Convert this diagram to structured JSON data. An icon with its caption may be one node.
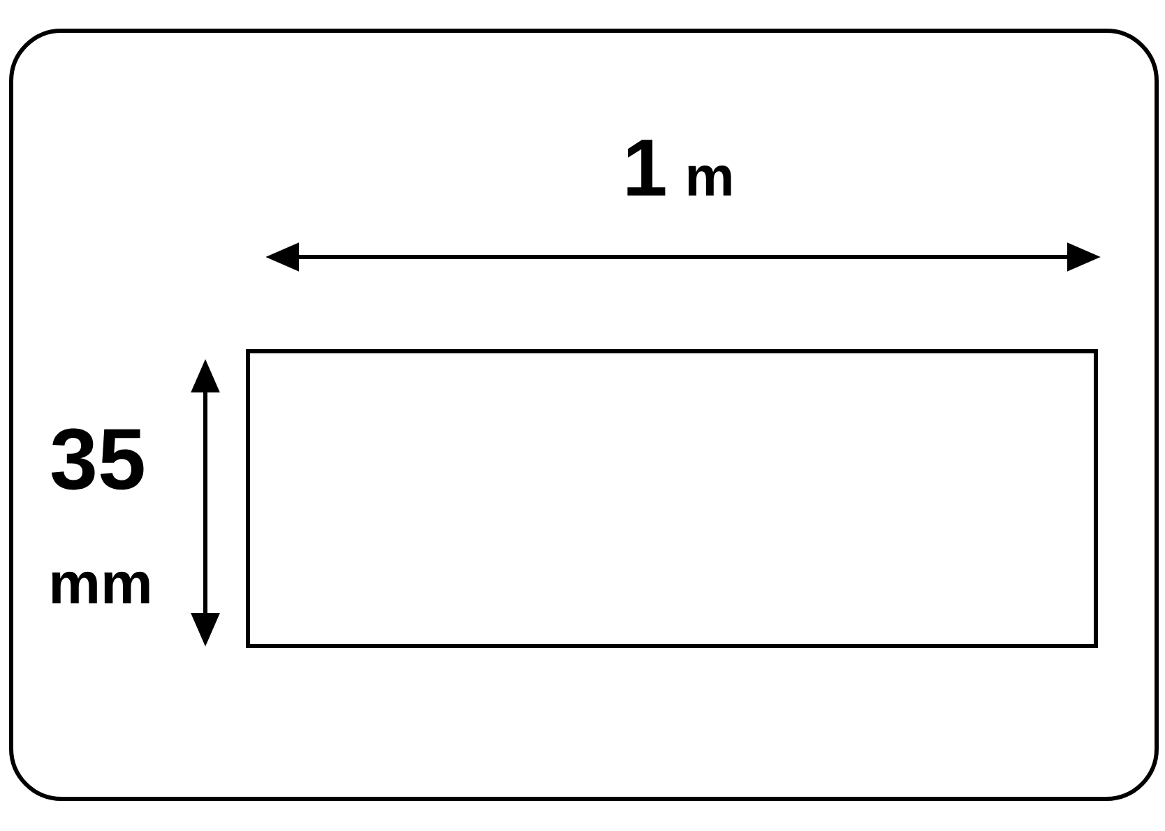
{
  "diagram": {
    "nodes": [
      {
        "text": [],
        "shape": "box"
      }
    ],
    "labels": [
      "1",
      "m",
      "35",
      "mm"
    ]
  }
}
